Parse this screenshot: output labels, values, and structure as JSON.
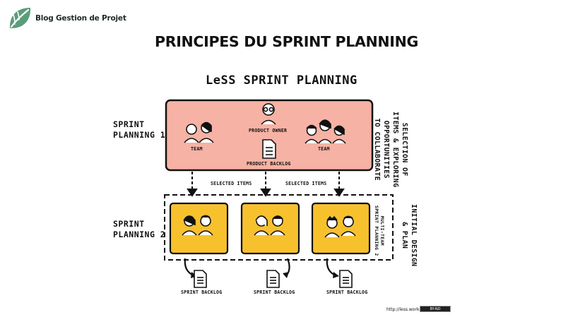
{
  "brand": {
    "name": "Blog Gestion de Projet",
    "logo_icon": "leaf-icon",
    "color": "#5b9d7b"
  },
  "title": "PRINCIPES DU SPRINT PLANNING",
  "diagram": {
    "title": "LeSS SPRINT PLANNING",
    "sprint_planning_1": {
      "label_line1": "SPRINT",
      "label_line2": "PLANNING 1",
      "box_color": "#f6b2a4",
      "team_left": "TEAM",
      "team_right": "TEAM",
      "product_owner": "PRODUCT OWNER",
      "product_backlog": "PRODUCT BACKLOG",
      "note_line1": "SELECTION OF",
      "note_line2": "ITEMS & EXPLORING",
      "note_line3": "OPPORTUNITIES",
      "note_line4": "TO COLLABORATE"
    },
    "selected_items_left": "SELECTED ITEMS",
    "selected_items_right": "SELECTED ITEMS",
    "sprint_planning_2": {
      "label_line1": "SPRINT",
      "label_line2": "PLANNING 2",
      "box_color": "#f7c12e",
      "multi_team_line1": "MULTI-TEAM",
      "multi_team_line2": "SPRINT PLANNING 2",
      "note_line1": "INITIAL DESIGN",
      "note_line2": "& PLAN"
    },
    "sprint_backlogs": [
      "SPRINT BACKLOG",
      "SPRINT BACKLOG",
      "SPRINT BACKLOG"
    ]
  },
  "credit": {
    "url": "http://less.works",
    "license": "BY-ND"
  }
}
